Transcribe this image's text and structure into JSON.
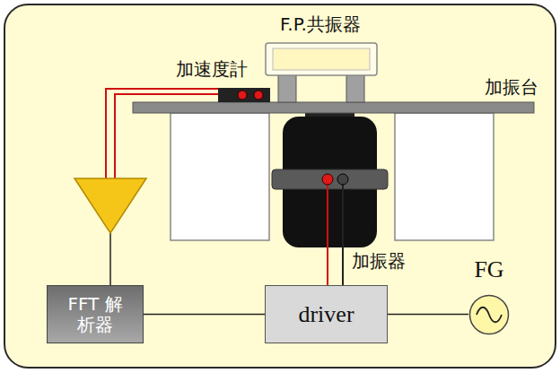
{
  "diagram": {
    "nodes": [
      {
        "text": [
          "FFT 解析器"
        ]
      },
      {
        "text": [
          "driver"
        ]
      },
      {
        "text": [
          "FG"
        ]
      }
    ],
    "edges": [
      {
        "from": 0,
        "to": 1,
        "arrow": "none"
      },
      {
        "from": 1,
        "to": 2,
        "arrow": "none"
      }
    ],
    "labels": [
      "F.P.共振器",
      "加速度計",
      "加振台",
      "加振器"
    ]
  }
}
